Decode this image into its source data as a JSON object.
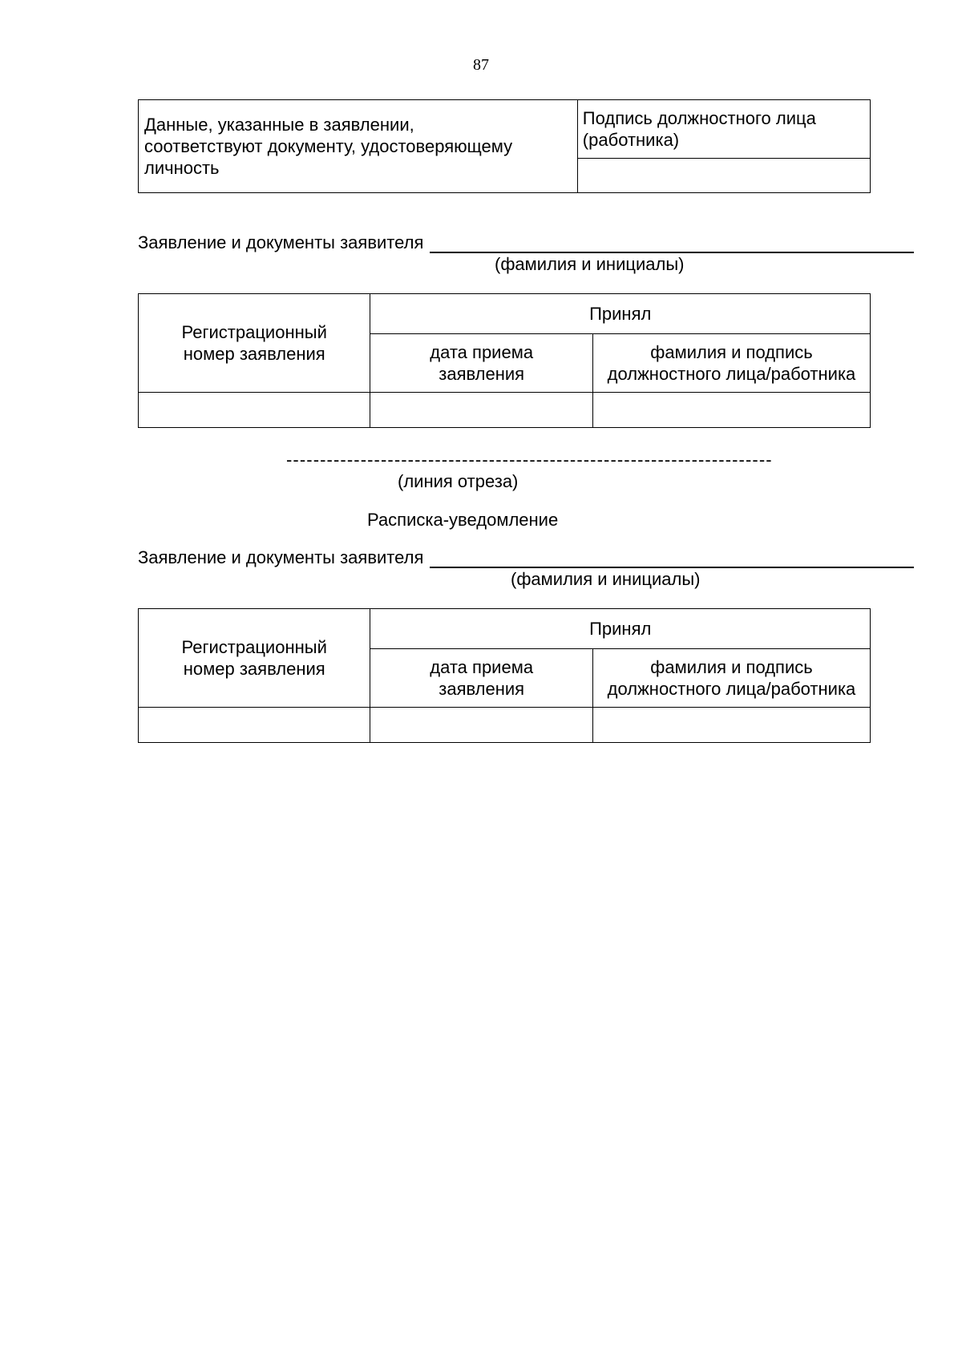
{
  "page_number": "87",
  "verification_table": {
    "statement": "Данные, указанные в заявлении,\nсоответствуют документу, удостоверяющему\nличность",
    "signature_header": "Подпись должностного лица\n(работника)"
  },
  "application_line": {
    "label": "Заявление и документы заявителя",
    "caption": "(фамилия и инициалы)"
  },
  "registration_table": {
    "reg_number_header": "Регистрационный\nномер заявления",
    "accepted_header": "Принял",
    "date_header": "дата приема\nзаявления",
    "official_header": "фамилия и подпись\nдолжностного лица/работника"
  },
  "cut_line": {
    "dashes": "------------------------------------------------------------------------",
    "caption": "(линия отреза)"
  },
  "receipt_title": "Расписка-уведомление"
}
